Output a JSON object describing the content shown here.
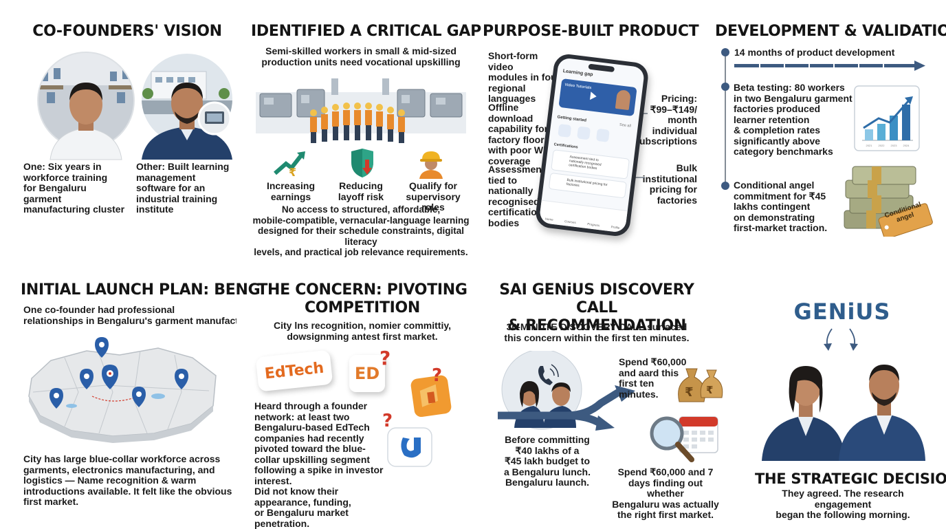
{
  "panels": {
    "vision": {
      "title": "CO-FOUNDERS' VISION",
      "left_caption": "One: Six years in\nworkforce training\nfor Bengaluru\ngarment\nmanufacturing cluster",
      "right_caption": "Other: Built learning\nmanagement\nsoftware for an\nindustrial training\ninstitute"
    },
    "gap": {
      "title": "IDENTIFIED A CRITICAL GAP",
      "subtitle": "Semi-skilled workers in small & mid-sized\nproduction units need vocational upskilling",
      "benefits": [
        {
          "label": "Increasing\nearnings",
          "icon": "rupee-up-arrow-icon"
        },
        {
          "label": "Reducing\nlayoff risk",
          "icon": "shield-down-arrow-icon"
        },
        {
          "label": "Qualify for\nsupervisory roles",
          "icon": "hard-hat-worker-icon"
        }
      ],
      "description": "No access to structured, affordable,\nmobile-compatible, vernacular-language learning\ndesigned for their schedule constraints, digital literacy\nlevels, and practical job relevance requirements."
    },
    "product": {
      "title": "PURPOSE-BUILT PRODUCT",
      "features_left": [
        "Short-form video\nmodules in four\nregional\nlanguages",
        "Offline download\ncapability for\nfactory floors\nwith poor WiFi\ncoverage",
        "Assessments\ntied to\nnationally\nrecognised\ncertification\nbodies"
      ],
      "features_right": [
        "Pricing:\n₹99–₹149/\nmonth\nindividual\nsubscriptions",
        "Bulk\ninstitutional\npricing for\nfactories"
      ],
      "phone": {
        "app_header": "Learning gap",
        "card_title": "Video Tutorials",
        "section_label": "Getting started",
        "see_all": "See all",
        "sub_label": "Certifications",
        "row1": "Assessment tied to\nnationally recognised\ncertification bodies",
        "row2": "Bulk institutional pricing for\nfactories",
        "tabs": [
          "Home",
          "Courses",
          "Progress",
          "Profile"
        ]
      }
    },
    "validation": {
      "title": "DEVELOPMENT & VALIDATION",
      "steps": [
        "14 months of product development",
        "Beta testing: 80 workers\nin two Bengaluru garment\nfactories produced\nlearner retention\n& completion rates\nsignificantly above\ncategory benchmarks",
        "Conditional angel\ncommitment for ₹45\nlakhs contingent\non demonstrating\nfirst-market traction."
      ],
      "tag_label": "Conditional\nangel",
      "chart_years": [
        "2021",
        "2022",
        "2023",
        "2024"
      ]
    },
    "launch": {
      "title": "INITIAL LAUNCH PLAN: BENG",
      "subtitle": "One co-founder had professional\nrelationships in Bengaluru's garment manufacturi",
      "description": "City has large blue-collar workforce across\ngarments, electronics manufacturing, and\nlogistics — Name recognition & warm\nintroductions available. It felt like the obvious\nfirst market."
    },
    "concern": {
      "title": "THE CONCERN: PIVOTING\nCOMPETITION",
      "subtitle": "City lns recognition, nomier committiy,\ndowsignming antest first market.",
      "logo_edtech": "EdTech",
      "logo_ed": "ED",
      "description": "Heard through a founder\nnetwork: at least two\nBengaluru-based EdTech\ncompanies had recently\npivoted toward the blue-\ncollar upskilling segment\nfollowing a spike in investor\ninterest.\nDid not know their appearance, funding,\nor Bengaluru market penetration."
    },
    "call": {
      "title": "SAI GENiUS DISCOVERY CALL\n& RECOMMENDATION",
      "subtitle": "30-MINUTE DISCOVERY CALL surfaced\nthis concern within the first ten minutes.",
      "option_top": "Spend ₹60,000\nand aard this\nfirst ten\nminutes.",
      "left_text": "Before committing\n₹40 lakhs of a\n₹45 lakh budget to\na Bengaluru lunch.\nBengaluru launch.",
      "option_bottom": "Spend ₹60,000 and 7\ndays finding out whether\nBengaluru was actually\nthe right first market."
    },
    "decision": {
      "logo": "GENiUS",
      "title": "THE STRATEGIC DECISION",
      "description": "They agreed. The research engagement\nbegan the following morning."
    }
  },
  "colors": {
    "navy": "#2c4468",
    "timeline": "#3d5a80",
    "teal": "#1f8a70",
    "red": "#d23a2a",
    "gold": "#e7a927",
    "blue_pin": "#2a5ea8",
    "logo_blue": "#2f5d8c"
  }
}
